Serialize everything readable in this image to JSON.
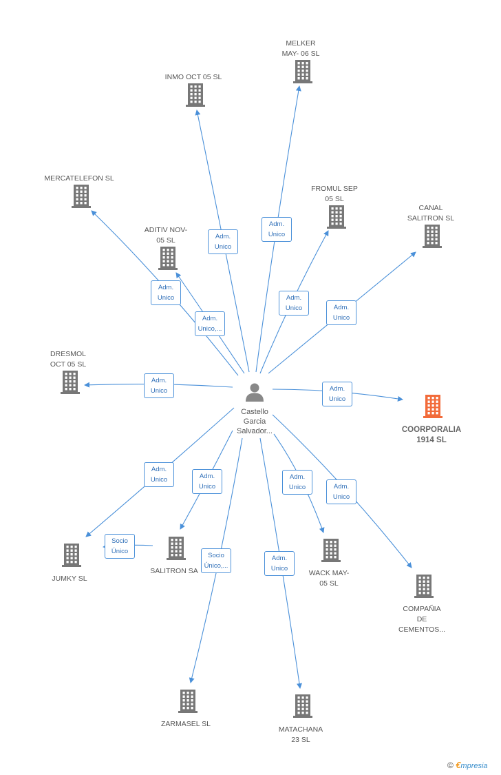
{
  "colors": {
    "edge": "#4a90d9",
    "company": "#777777",
    "highlight": "#f26b3a",
    "person": "#888888"
  },
  "center": {
    "name_lines": [
      "Castello",
      "Garcia",
      "Salvador..."
    ]
  },
  "nodes": [
    {
      "id": "melker",
      "lines": [
        "MELKER",
        "MAY- 06 SL"
      ],
      "highlight": false
    },
    {
      "id": "inmo",
      "lines": [
        "INMO OCT 05 SL"
      ],
      "highlight": false
    },
    {
      "id": "mercatelefon",
      "lines": [
        "MERCATELEFON SL"
      ],
      "highlight": false
    },
    {
      "id": "fromul",
      "lines": [
        "FROMUL SEP",
        "05 SL"
      ],
      "highlight": false
    },
    {
      "id": "canal",
      "lines": [
        "CANAL",
        "SALITRON SL"
      ],
      "highlight": false
    },
    {
      "id": "aditiv",
      "lines": [
        "ADITIV NOV-",
        "05 SL"
      ],
      "highlight": false
    },
    {
      "id": "dresmol",
      "lines": [
        "DRESMOL",
        "OCT 05 SL"
      ],
      "highlight": false
    },
    {
      "id": "coorporalia",
      "lines": [
        "COORPORALIA",
        "1914 SL"
      ],
      "highlight": true
    },
    {
      "id": "jumky",
      "lines": [
        "JUMKY SL"
      ],
      "highlight": false
    },
    {
      "id": "salitron",
      "lines": [
        "SALITRON SA"
      ],
      "highlight": false
    },
    {
      "id": "wack",
      "lines": [
        "WACK MAY-",
        "05 SL"
      ],
      "highlight": false
    },
    {
      "id": "compania",
      "lines": [
        "COMPAÑIA",
        "DE",
        "CEMENTOS..."
      ],
      "highlight": false
    },
    {
      "id": "zarmasel",
      "lines": [
        "ZARMASEL  SL"
      ],
      "highlight": false
    },
    {
      "id": "matachana",
      "lines": [
        "MATACHANA",
        "23 SL"
      ],
      "highlight": false
    }
  ],
  "relations": [
    {
      "to": "melker",
      "lines": [
        "Adm.",
        "Unico"
      ]
    },
    {
      "to": "inmo",
      "lines": [
        "Adm.",
        "Unico"
      ]
    },
    {
      "to": "mercatelefon",
      "lines": [
        "Adm.",
        "Unico"
      ]
    },
    {
      "to": "aditiv",
      "lines": [
        "Adm.",
        "Unico,..."
      ]
    },
    {
      "to": "fromul",
      "lines": [
        "Adm.",
        "Unico"
      ]
    },
    {
      "to": "canal",
      "lines": [
        "Adm.",
        "Unico"
      ]
    },
    {
      "to": "dresmol",
      "lines": [
        "Adm.",
        "Unico"
      ]
    },
    {
      "to": "coorporalia",
      "lines": [
        "Adm.",
        "Unico"
      ]
    },
    {
      "to": "jumky",
      "lines": [
        "Adm.",
        "Unico"
      ]
    },
    {
      "to": "salitron",
      "lines": [
        "Adm.",
        "Unico"
      ]
    },
    {
      "to": "wack",
      "lines": [
        "Adm.",
        "Unico"
      ]
    },
    {
      "to": "compania",
      "lines": [
        "Adm.",
        "Unico"
      ]
    },
    {
      "to": "zarmasel",
      "lines": [
        "Socio",
        "Único,..."
      ]
    },
    {
      "to": "matachana",
      "lines": [
        "Adm.",
        "Unico"
      ]
    },
    {
      "from": "salitron",
      "to": "jumky",
      "lines": [
        "Socio",
        "Único"
      ]
    }
  ],
  "footer": {
    "copyright": "©",
    "brand_initial": "€",
    "brand_rest": "mpresia"
  }
}
